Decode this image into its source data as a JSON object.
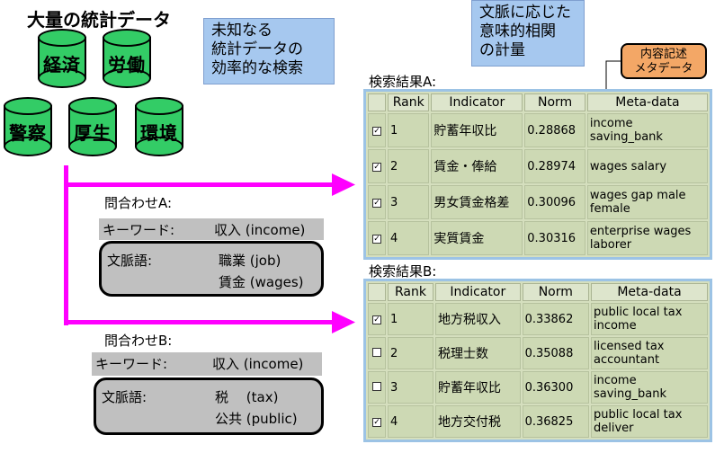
{
  "title": "大量の統計データ",
  "databases": [
    "経済",
    "労働",
    "警察",
    "厚生",
    "環境"
  ],
  "note_search": [
    "未知なる",
    "統計データの",
    "効率的な検索"
  ],
  "note_context": [
    "文脈に応じた",
    "意味的相関",
    "の計量"
  ],
  "note_metadata": [
    "内容記述",
    "メタデータ"
  ],
  "colors": {
    "arrow": "#ff00ff",
    "cylinder": "#33cc66",
    "note": "#a6c8ef",
    "metadata": "#f3a766"
  },
  "query_a": {
    "label": "問合わせA:",
    "keyword_label": "キーワード:",
    "keyword_value": "収入 (income)",
    "context_label": "文脈語:",
    "context_values": [
      "職業 (job)",
      "賃金 (wages)"
    ]
  },
  "query_b": {
    "label": "問合わせB:",
    "keyword_label": "キーワード:",
    "keyword_value": "収入 (income)",
    "context_label": "文脈語:",
    "context_values": [
      "税　 (tax)",
      "公共 (public)"
    ]
  },
  "result_a": {
    "label": "検索結果A:",
    "headers": [
      "Rank",
      "Indicator",
      "Norm",
      "Meta-data"
    ],
    "rows": [
      {
        "checked": true,
        "rank": "1",
        "indicator": "貯蓄年収比",
        "norm": "0.28868",
        "meta": [
          "income",
          "saving_bank"
        ]
      },
      {
        "checked": true,
        "rank": "2",
        "indicator": "賃金・俸給",
        "norm": "0.28974",
        "meta": [
          "wages salary"
        ]
      },
      {
        "checked": true,
        "rank": "3",
        "indicator": "男女賃金格差",
        "norm": "0.30096",
        "meta": [
          "wages gap male",
          "female"
        ]
      },
      {
        "checked": true,
        "rank": "4",
        "indicator": "実質賃金",
        "norm": "0.30316",
        "meta": [
          "enterprise wages",
          "laborer"
        ]
      }
    ]
  },
  "result_b": {
    "label": "検索結果B:",
    "headers": [
      "Rank",
      "Indicator",
      "Norm",
      "Meta-data"
    ],
    "rows": [
      {
        "checked": true,
        "rank": "1",
        "indicator": "地方税収入",
        "norm": "0.33862",
        "meta": [
          "public local tax",
          "income"
        ]
      },
      {
        "checked": false,
        "rank": "2",
        "indicator": "税理士数",
        "norm": "0.35088",
        "meta": [
          "licensed tax",
          "accountant"
        ]
      },
      {
        "checked": false,
        "rank": "3",
        "indicator": "貯蓄年収比",
        "norm": "0.36300",
        "meta": [
          "income",
          "saving_bank"
        ]
      },
      {
        "checked": true,
        "rank": "4",
        "indicator": "地方交付税",
        "norm": "0.36825",
        "meta": [
          "public local tax",
          "deliver"
        ]
      }
    ]
  }
}
